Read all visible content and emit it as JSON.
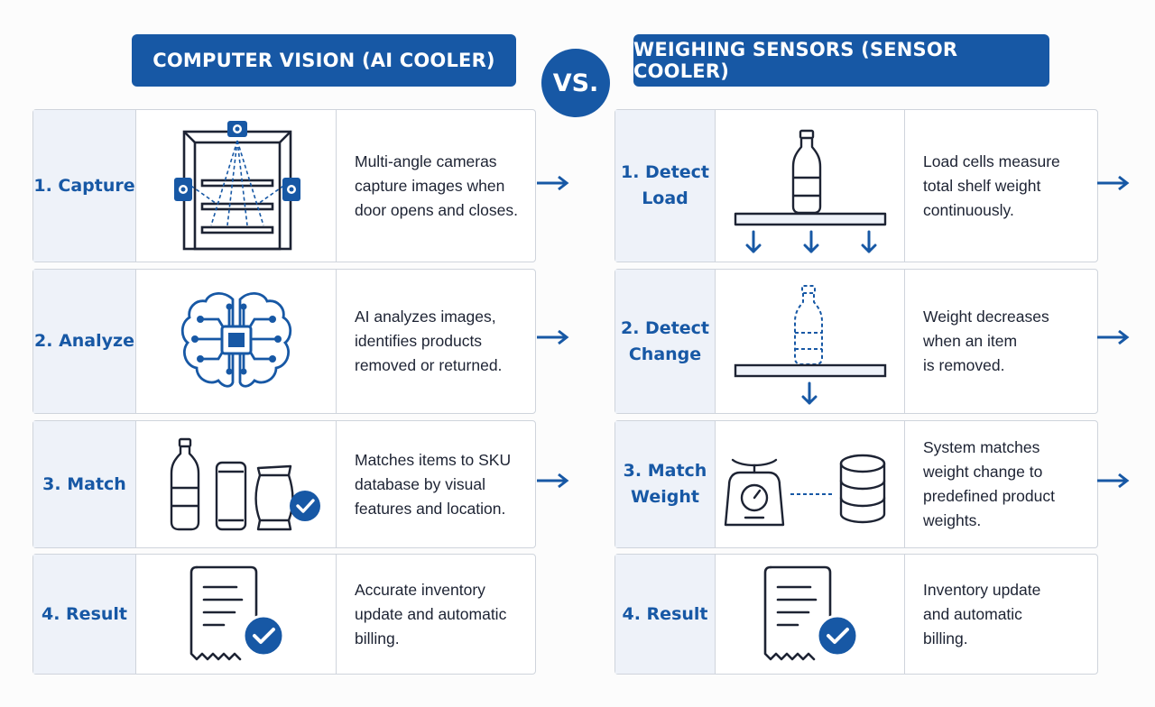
{
  "headers": {
    "left": "COMPUTER VISION (AI COOLER)",
    "right": "WEIGHING SENSORS (SENSOR COOLER)",
    "vs": "VS."
  },
  "left_steps": [
    {
      "label": "1. Capture",
      "icon": "cooler-cameras-icon",
      "description": "Multi-angle cameras\ncapture images when\ndoor opens and closes."
    },
    {
      "label": "2. Analyze",
      "icon": "ai-brain-chip-icon",
      "description": "AI analyzes images,\nidentifies products\nremoved or returned."
    },
    {
      "label": "3. Match",
      "icon": "products-check-icon",
      "description": "Matches items to SKU\ndatabase by visual\nfeatures and location."
    },
    {
      "label": "4. Result",
      "icon": "receipt-check-icon",
      "description": "Accurate inventory\nupdate and automatic\nbilling."
    }
  ],
  "right_steps": [
    {
      "label": "1. Detect\nLoad",
      "icon": "bottle-on-shelf-load-icon",
      "description": "Load cells measure\ntotal shelf weight\ncontinuously."
    },
    {
      "label": "2. Detect\nChange",
      "icon": "removed-bottle-shelf-icon",
      "description": "Weight decreases\nwhen an item\nis removed."
    },
    {
      "label": "3. Match\nWeight",
      "icon": "scale-database-icon",
      "description": "System matches\nweight change to\npredefined product\nweights."
    },
    {
      "label": "4. Result",
      "icon": "receipt-check-icon",
      "description": "Inventory update\nand automatic\nbilling."
    }
  ],
  "colors": {
    "primary": "#1758a5",
    "label_bg": "#eef2f9",
    "border": "#cfd4dc",
    "text": "#1d2333"
  }
}
